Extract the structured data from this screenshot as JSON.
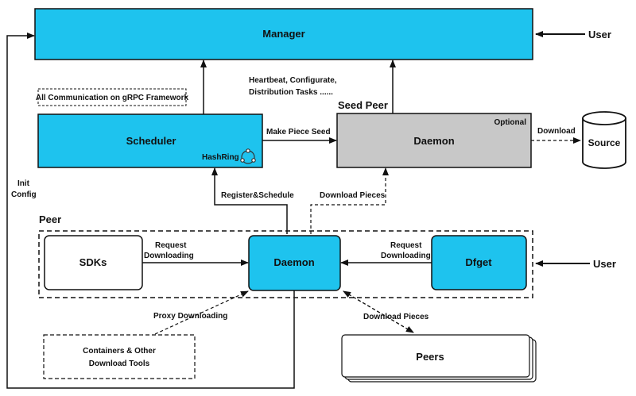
{
  "colors": {
    "primary_box": "#1ec3ee",
    "seed_box": "#c8c8c8",
    "stroke": "#111111",
    "background": "#ffffff"
  },
  "manager": {
    "label": "Manager"
  },
  "user_top": {
    "label": "User"
  },
  "user_bottom": {
    "label": "User"
  },
  "note": {
    "text": "All Communication on gRPC Framework"
  },
  "manager_links": {
    "line1": "Heartbeat, Configurate,",
    "line2": "Distribution Tasks ......"
  },
  "scheduler": {
    "label": "Scheduler",
    "hashring": "HashRing",
    "hashring_icon": "hashring-icon"
  },
  "seed_peer": {
    "title": "Seed Peer",
    "daemon_label": "Daemon",
    "optional": "Optional"
  },
  "make_piece_seed": {
    "label": "Make Piece Seed"
  },
  "download": {
    "label": "Download"
  },
  "source": {
    "label": "Source"
  },
  "init_config": {
    "line1": "Init",
    "line2": "Config"
  },
  "register_schedule": {
    "label": "Register&Schedule"
  },
  "download_pieces_top": {
    "label": "Download Pieces"
  },
  "peer": {
    "title": "Peer",
    "sdks": "SDKs",
    "daemon": "Daemon",
    "dfget": "Dfget",
    "request_left": {
      "line1": "Request",
      "line2": "Downloading"
    },
    "request_right": {
      "line1": "Request",
      "line2": "Downloading"
    }
  },
  "proxy_downloading": {
    "label": "Proxy Downloading"
  },
  "download_pieces_bottom": {
    "label": "Download Pieces"
  },
  "containers": {
    "line1": "Containers & Other",
    "line2": "Download Tools"
  },
  "peers": {
    "label": "Peers"
  }
}
